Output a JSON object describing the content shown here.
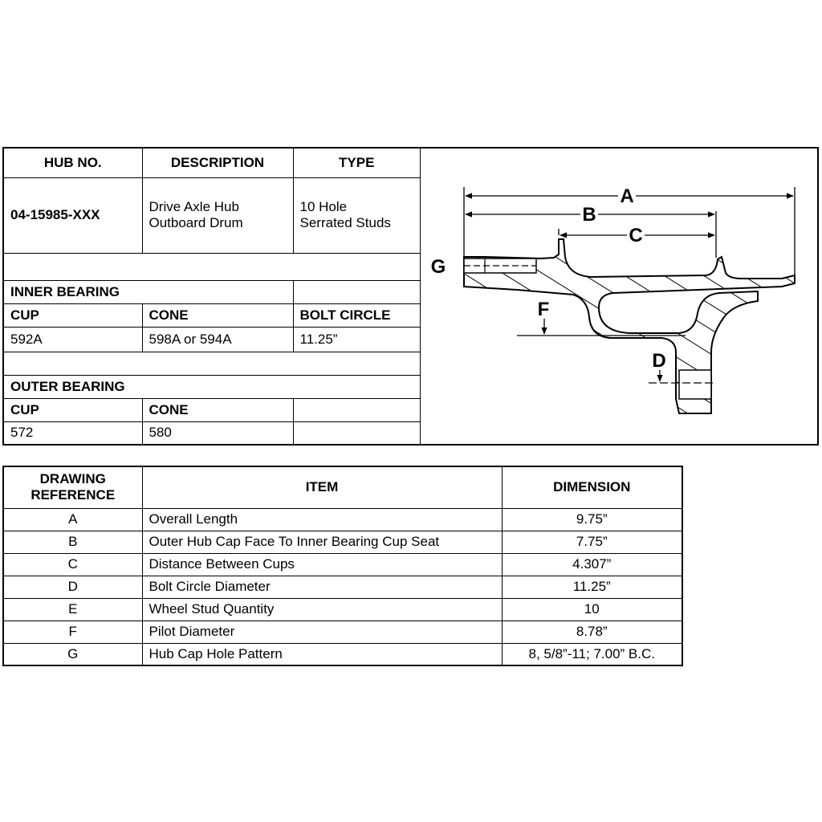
{
  "hub": {
    "headers": {
      "hub_no": "HUB NO.",
      "description": "DESCRIPTION",
      "type": "TYPE"
    },
    "hub_no": "04-15985-XXX",
    "description_line1": "Drive Axle Hub",
    "description_line2": "Outboard Drum",
    "type_line1": "10 Hole",
    "type_line2": "Serrated Studs"
  },
  "inner_bearing": {
    "title": "INNER BEARING",
    "cup_label": "CUP",
    "cone_label": "CONE",
    "bolt_circle_label": "BOLT CIRCLE",
    "cup": "592A",
    "cone": "598A or 594A",
    "bolt_circle": "11.25”"
  },
  "outer_bearing": {
    "title": "OUTER BEARING",
    "cup_label": "CUP",
    "cone_label": "CONE",
    "cup": "572",
    "cone": "580"
  },
  "drawing_labels": {
    "a": "A",
    "b": "B",
    "c": "C",
    "d": "D",
    "f": "F",
    "g": "G"
  },
  "dimensions": {
    "headers": {
      "ref_line1": "DRAWING",
      "ref_line2": "REFERENCE",
      "item": "ITEM",
      "dimension": "DIMENSION"
    },
    "rows": [
      {
        "ref": "A",
        "item": "Overall Length",
        "dimension": "9.75”"
      },
      {
        "ref": "B",
        "item": "Outer Hub Cap Face To Inner Bearing Cup Seat",
        "dimension": "7.75”"
      },
      {
        "ref": "C",
        "item": "Distance Between Cups",
        "dimension": "4.307”"
      },
      {
        "ref": "D",
        "item": "Bolt Circle Diameter",
        "dimension": "11.25”"
      },
      {
        "ref": "E",
        "item": "Wheel Stud Quantity",
        "dimension": "10"
      },
      {
        "ref": "F",
        "item": "Pilot Diameter",
        "dimension": "8.78”"
      },
      {
        "ref": "G",
        "item": "Hub Cap Hole Pattern",
        "dimension": "8, 5/8”-11; 7.00” B.C."
      }
    ]
  }
}
